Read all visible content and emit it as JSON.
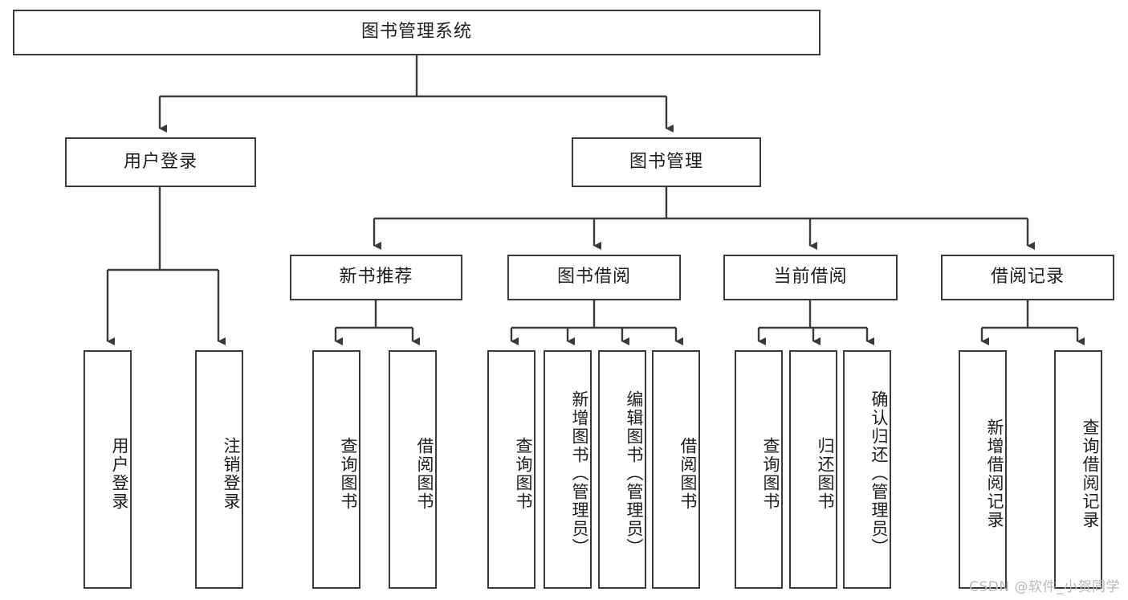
{
  "diagram": {
    "title": "图书管理系统",
    "type": "tree-hierarchy",
    "watermark": "CSDN @软件_小贺同学",
    "line_color": "#3a3a3a",
    "background_color": "#ffffff",
    "text_color": "#1d1d1d"
  },
  "nodes": {
    "root": {
      "label": "图书管理系统"
    },
    "level2": [
      {
        "id": "user-login",
        "label": "用户登录"
      },
      {
        "id": "book-management",
        "label": "图书管理"
      }
    ],
    "level3": [
      {
        "id": "new-book-recommend",
        "label": "新书推荐"
      },
      {
        "id": "book-borrow",
        "label": "图书借阅"
      },
      {
        "id": "current-borrow",
        "label": "当前借阅"
      },
      {
        "id": "borrow-record",
        "label": "借阅记录"
      }
    ],
    "leaves": {
      "user_login": [
        {
          "id": "leaf-user-login",
          "label": "用户登录"
        },
        {
          "id": "leaf-logout-login",
          "label": "注销登录"
        }
      ],
      "new_book_recommend": [
        {
          "id": "leaf-query-book-1",
          "label": "查询图书"
        },
        {
          "id": "leaf-borrow-book-1",
          "label": "借阅图书"
        }
      ],
      "book_borrow": [
        {
          "id": "leaf-query-book-2",
          "label": "查询图书"
        },
        {
          "id": "leaf-add-book",
          "label": "新增图书（管理员）"
        },
        {
          "id": "leaf-edit-book",
          "label": "编辑图书（管理员）"
        },
        {
          "id": "leaf-borrow-book-2",
          "label": "借阅图书"
        }
      ],
      "current_borrow": [
        {
          "id": "leaf-query-book-3",
          "label": "查询图书"
        },
        {
          "id": "leaf-return-book",
          "label": "归还图书"
        },
        {
          "id": "leaf-confirm-return",
          "label": "确认归还（管理员）"
        }
      ],
      "borrow_record": [
        {
          "id": "leaf-add-borrow-record",
          "label": "新增借阅记录"
        },
        {
          "id": "leaf-query-borrow-record",
          "label": "查询借阅记录"
        }
      ]
    }
  }
}
